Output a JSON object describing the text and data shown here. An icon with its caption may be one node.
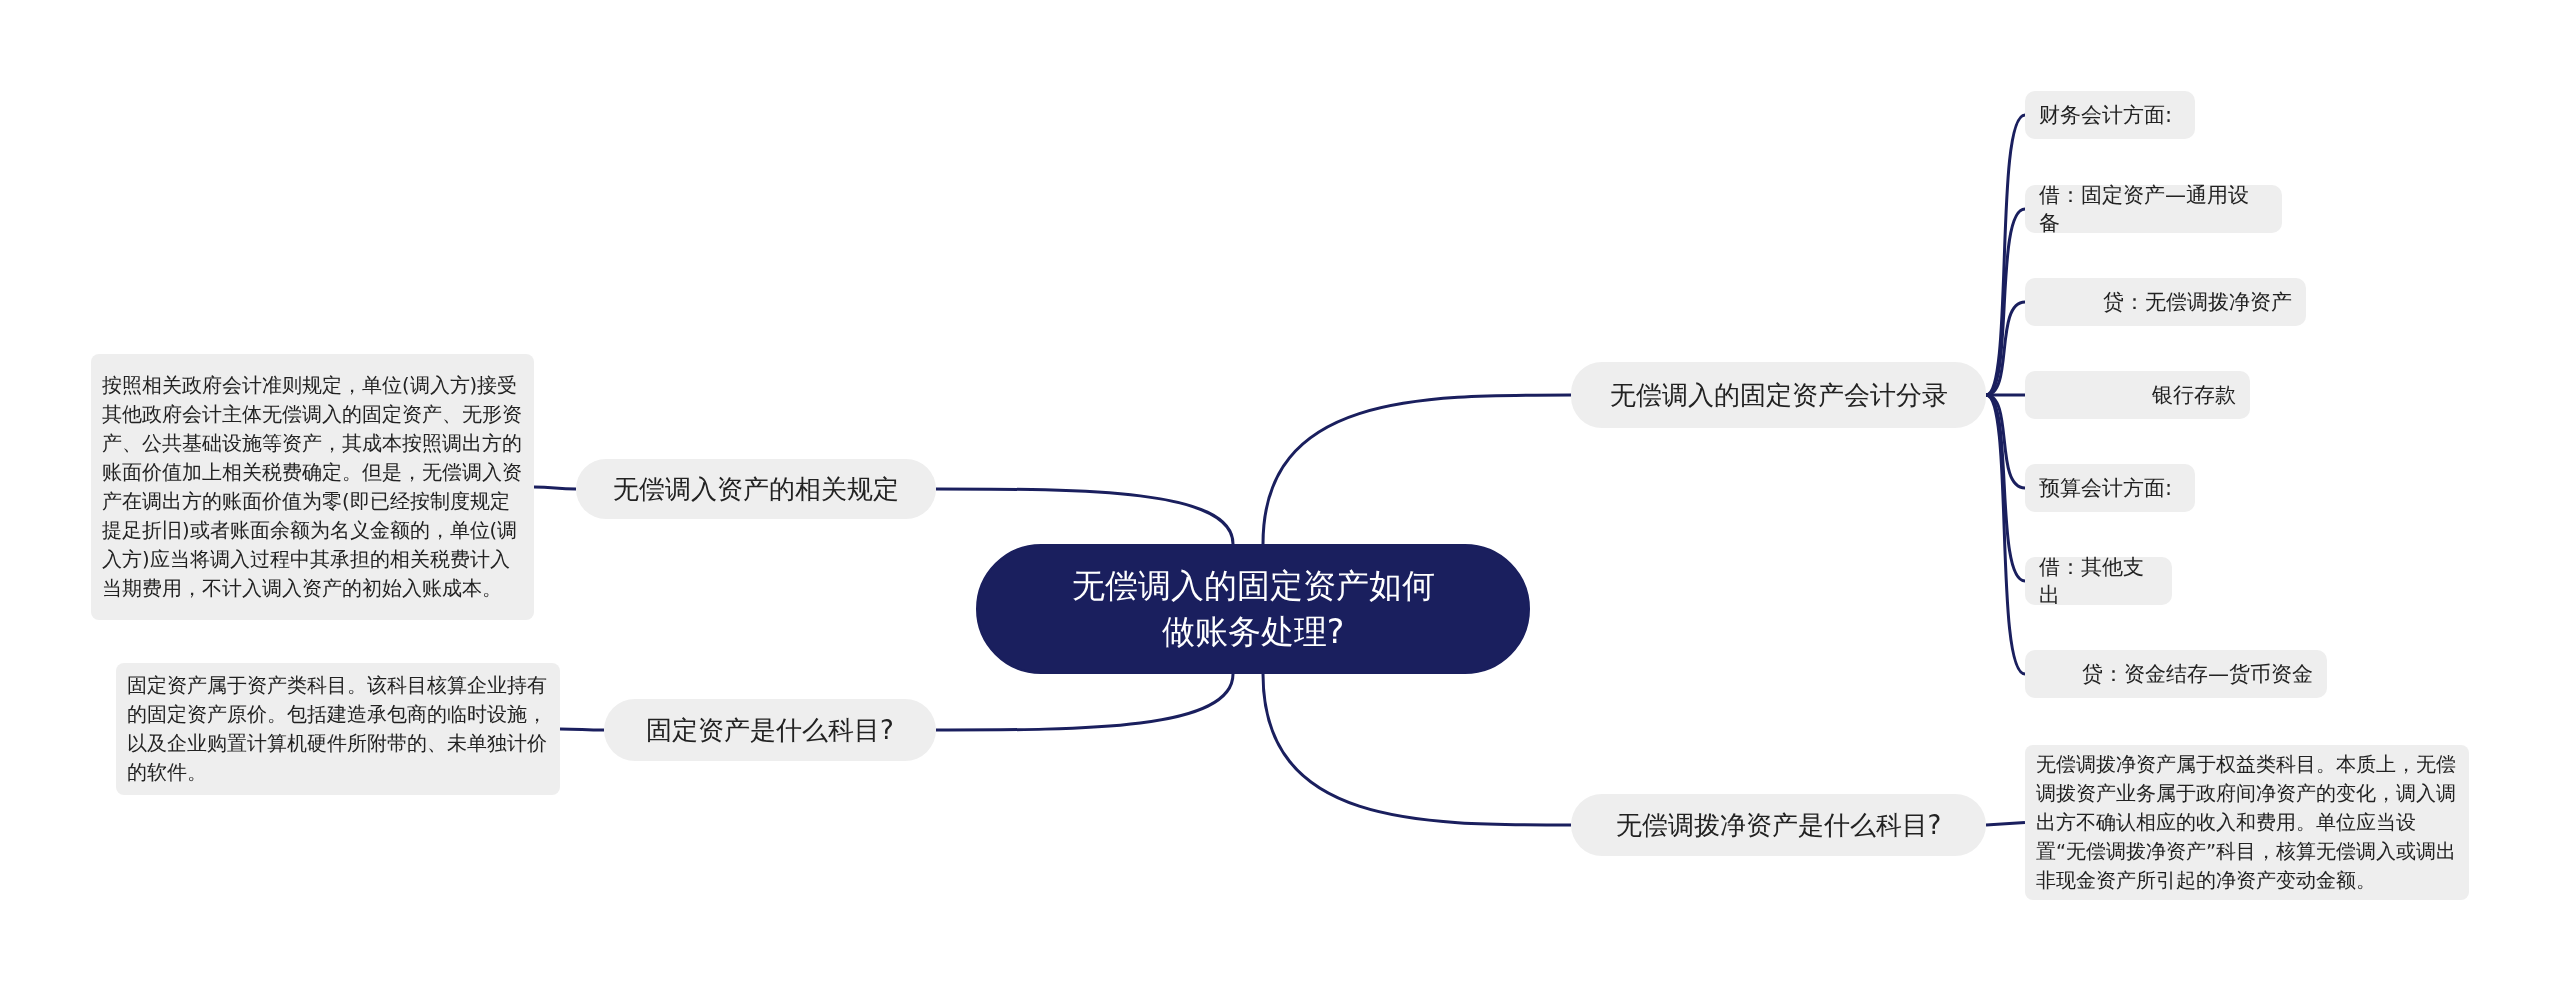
{
  "diagram": {
    "nodes": [
      {
        "text": [
          "无偿调入的固定资产如何做账务处理?"
        ]
      },
      {
        "text": [
          "无偿调入的固定资产会计分录"
        ]
      },
      {
        "text": [
          "财务会计方面:"
        ]
      },
      {
        "text": [
          "借：固定资产—通用设备"
        ]
      },
      {
        "text": [
          "贷：无偿调拨净资产"
        ]
      },
      {
        "text": [
          "银行存款"
        ]
      },
      {
        "text": [
          "预算会计方面:"
        ]
      },
      {
        "text": [
          "借：其他支出"
        ]
      },
      {
        "text": [
          "贷：资金结存—货币资金"
        ]
      },
      {
        "text": [
          "无偿调拨净资产是什么科目?"
        ]
      },
      {
        "text": [
          "无偿调拨净资产属于权益类科目。本质上，无偿调拨资产业务属于政府间净资产的变化，调入调出方不确认相应的收入和费用。单位应当设置“无偿调拨净资产”科目，核算无偿调入或调出非现金资产所引起的净资产变动金额。"
        ]
      },
      {
        "text": [
          "无偿调入资产的相关规定"
        ]
      },
      {
        "text": [
          "按照相关政府会计准则规定，单位(调入方)接受其他政府会计主体无偿调入的固定资产、无形资产、公共基础设施等资产，其成本按照调出方的账面价值加上相关税费确定。但是，无偿调入资产在调出方的账面价值为零(即已经按制度规定提足折旧)或者账面余额为名义金额的，单位(调入方)应当将调入过程中其承担的相关税费计入当期费用，不计入调入资产的初始入账成本。"
        ]
      },
      {
        "text": [
          "固定资产是什么科目?"
        ]
      },
      {
        "text": [
          "固定资产属于资产类科目。该科目核算企业持有的固定资产原价。包括建造承包商的临时设施，以及企业购置计算机硬件所附带的、未单独计价的软件。"
        ]
      }
    ],
    "edges": [
      {
        "from": 0,
        "to": 1,
        "arrow": "none"
      },
      {
        "from": 1,
        "to": 2,
        "arrow": "none"
      },
      {
        "from": 1,
        "to": 3,
        "arrow": "none"
      },
      {
        "from": 1,
        "to": 4,
        "arrow": "none"
      },
      {
        "from": 1,
        "to": 5,
        "arrow": "none"
      },
      {
        "from": 1,
        "to": 6,
        "arrow": "none"
      },
      {
        "from": 1,
        "to": 7,
        "arrow": "none"
      },
      {
        "from": 1,
        "to": 8,
        "arrow": "none"
      },
      {
        "from": 0,
        "to": 9,
        "arrow": "none"
      },
      {
        "from": 9,
        "to": 10,
        "arrow": "none"
      },
      {
        "from": 0,
        "to": 11,
        "arrow": "none"
      },
      {
        "from": 11,
        "to": 12,
        "arrow": "none"
      },
      {
        "from": 0,
        "to": 13,
        "arrow": "none"
      },
      {
        "from": 13,
        "to": 14,
        "arrow": "none"
      }
    ]
  }
}
